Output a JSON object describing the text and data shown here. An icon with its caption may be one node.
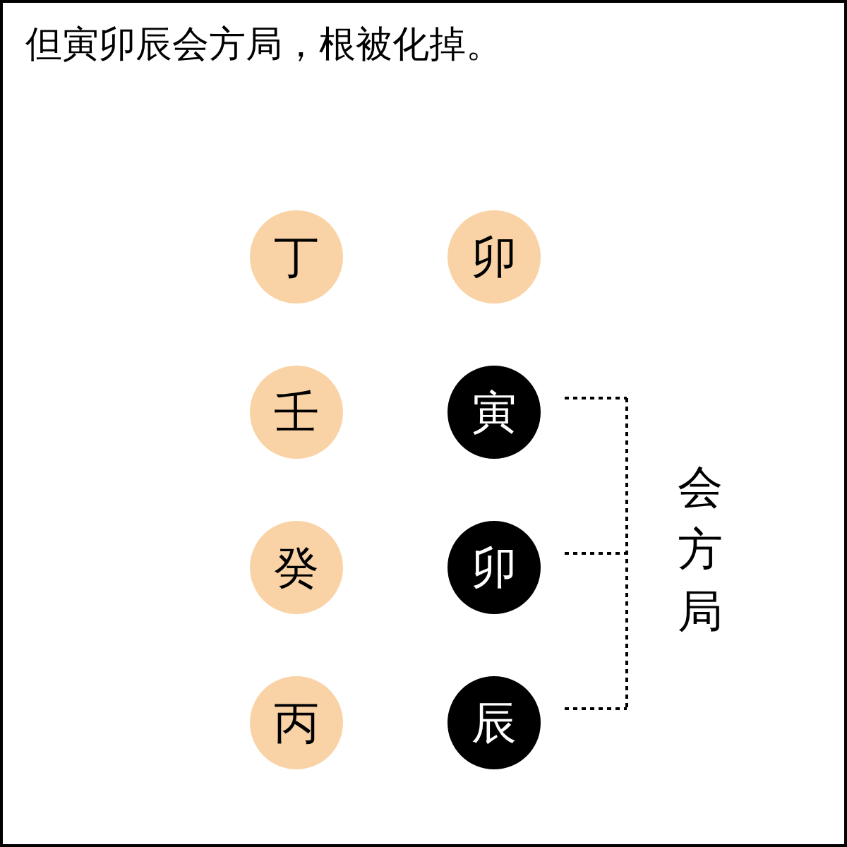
{
  "diagram": {
    "title": "但寅卯辰会方局，根被化掉。",
    "nodes": [
      {
        "text": [
          "丁"
        ]
      },
      {
        "text": [
          "卯"
        ]
      },
      {
        "text": [
          "壬"
        ]
      },
      {
        "text": [
          "寅"
        ]
      },
      {
        "text": [
          "癸"
        ]
      },
      {
        "text": [
          "卯"
        ]
      },
      {
        "text": [
          "丙"
        ]
      },
      {
        "text": [
          "辰"
        ]
      }
    ],
    "labels": [
      "会方局"
    ]
  }
}
